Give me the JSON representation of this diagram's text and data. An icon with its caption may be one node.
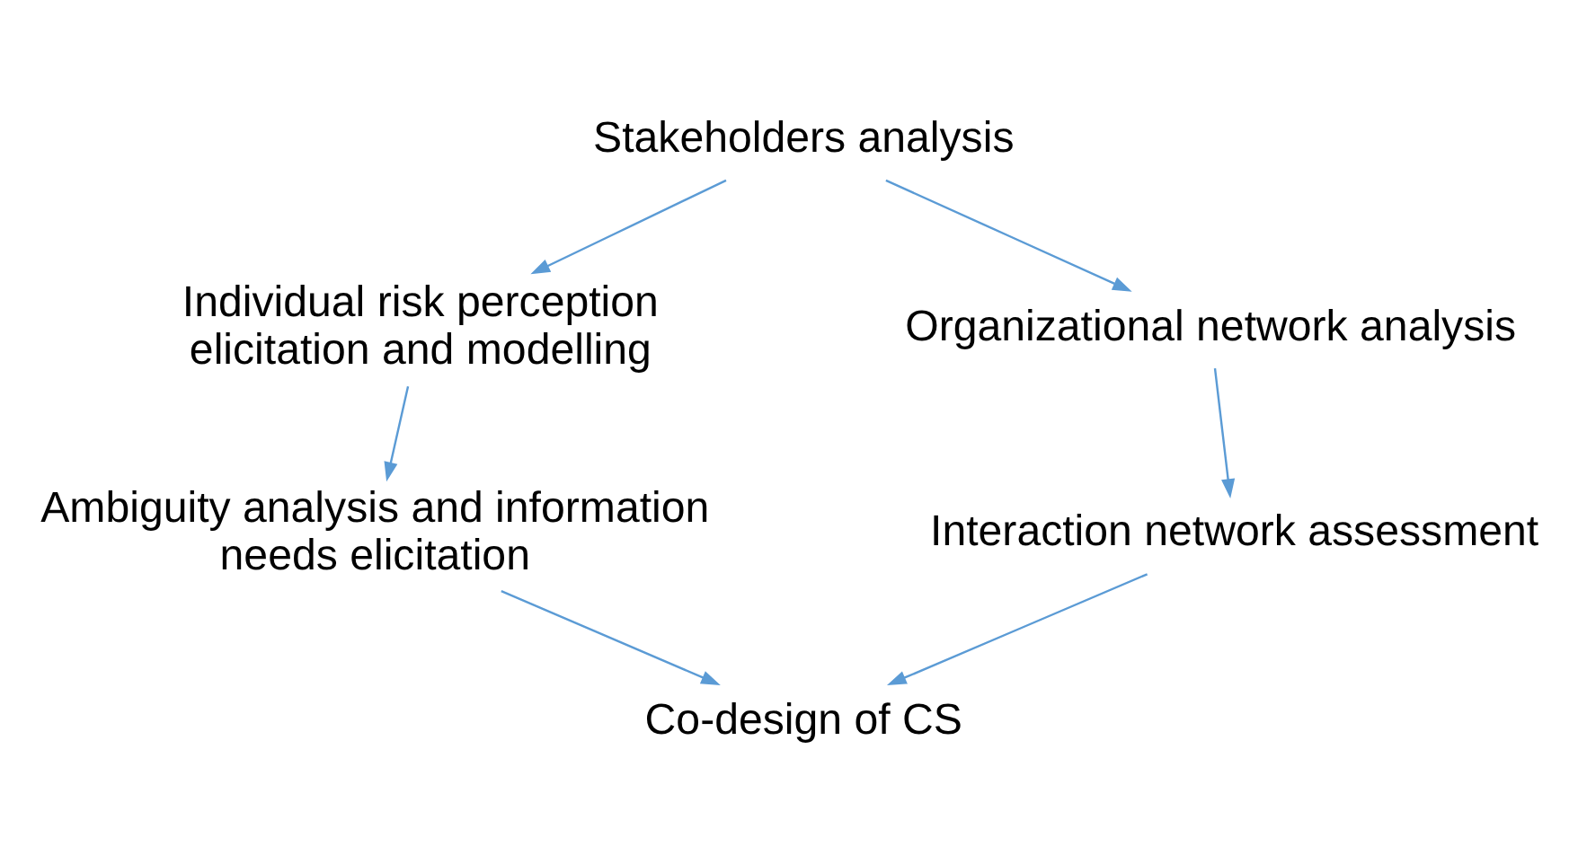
{
  "diagram": {
    "nodes": [
      {
        "text": [
          "Stakeholders analysis"
        ]
      },
      {
        "text": [
          "Individual risk perception elicitation and modelling"
        ]
      },
      {
        "text": [
          "Organizational network analysis"
        ]
      },
      {
        "text": [
          "Ambiguity analysis and information needs elicitation"
        ]
      },
      {
        "text": [
          "Interaction network assessment"
        ]
      },
      {
        "text": [
          "Co-design of CS"
        ]
      }
    ],
    "edges": [
      {
        "from": 0,
        "to": 1,
        "arrow": "to"
      },
      {
        "from": 0,
        "to": 2,
        "arrow": "to"
      },
      {
        "from": 1,
        "to": 3,
        "arrow": "to"
      },
      {
        "from": 2,
        "to": 4,
        "arrow": "to"
      },
      {
        "from": 3,
        "to": 5,
        "arrow": "to"
      },
      {
        "from": 4,
        "to": 5,
        "arrow": "to"
      }
    ]
  }
}
